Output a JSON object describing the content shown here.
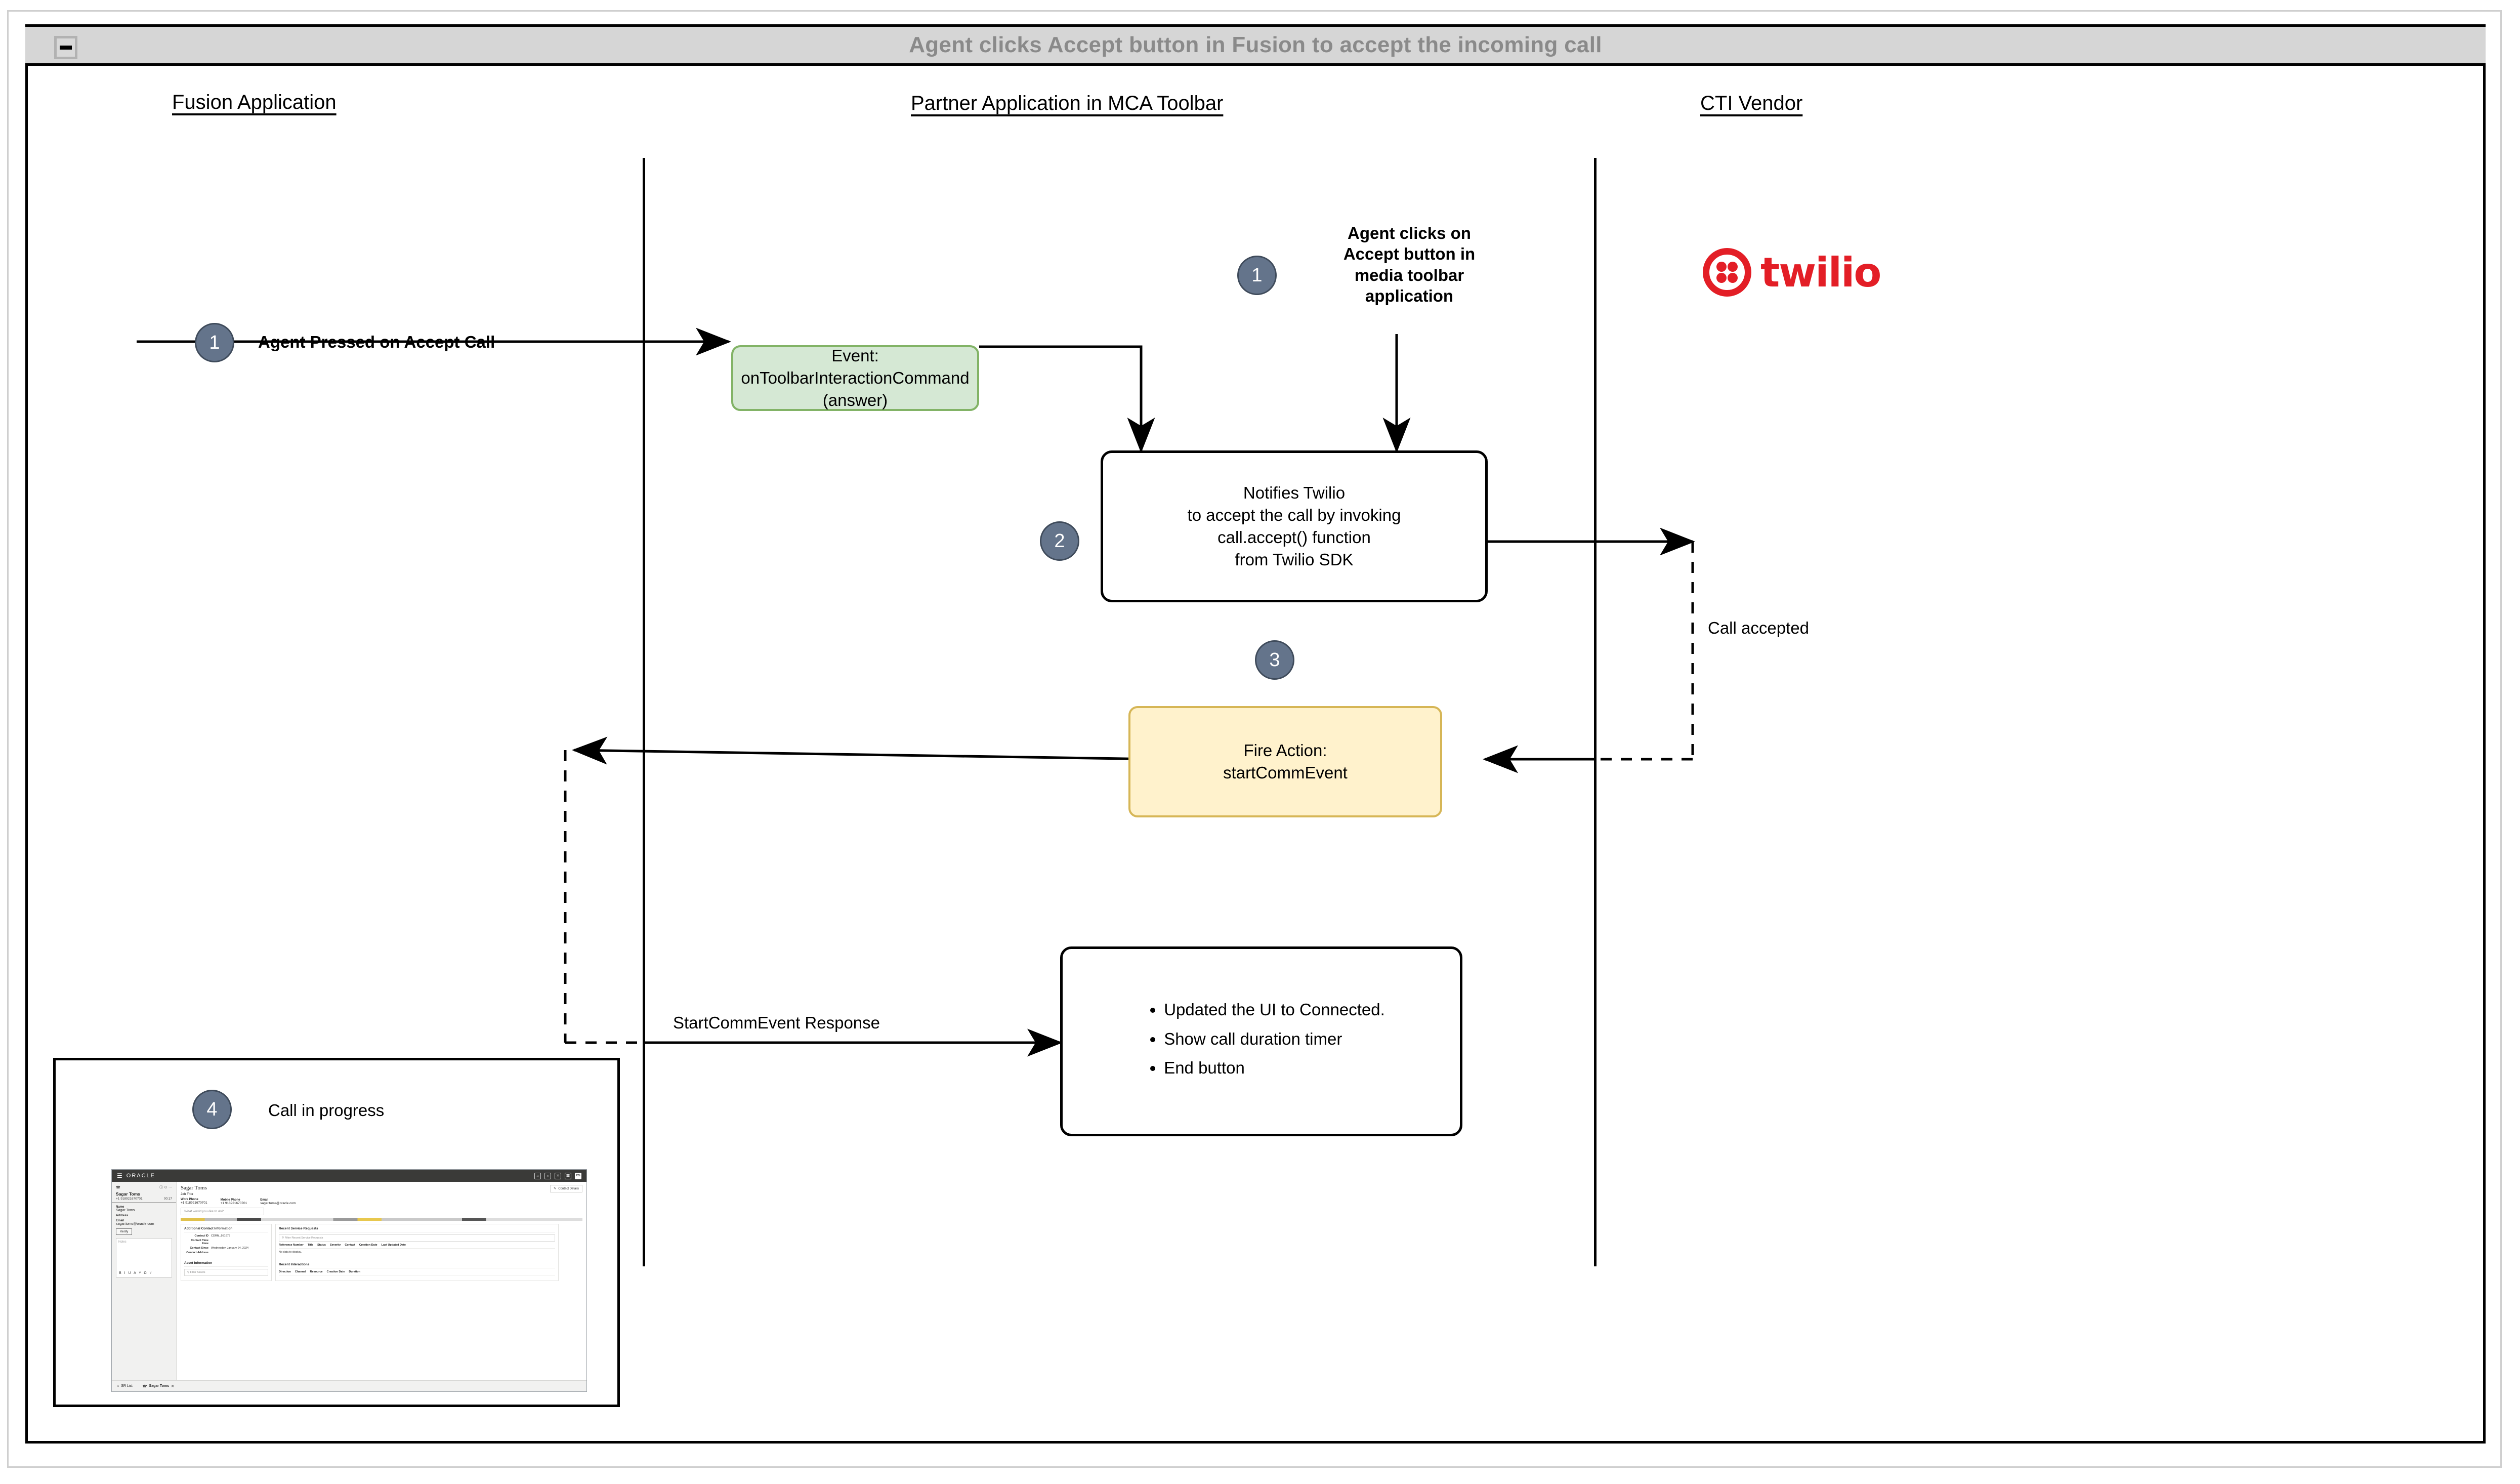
{
  "window": {
    "title": "Agent clicks Accept button in Fusion to accept the incoming call",
    "collapse_icon": "minus-icon"
  },
  "lanes": [
    {
      "id": "fusion",
      "label": "Fusion Application"
    },
    {
      "id": "partner",
      "label": "Partner Application in MCA Toolbar"
    },
    {
      "id": "cti",
      "label": "CTI Vendor"
    }
  ],
  "steps": [
    {
      "num": "1",
      "label": "Agent Pressed on Accept Call"
    },
    {
      "num": "1",
      "label": "Agent clicks on\nAccept button in\nmedia toolbar\napplication"
    },
    {
      "num": "2",
      "label": ""
    },
    {
      "num": "3",
      "label": ""
    },
    {
      "num": "4",
      "label": "Call in progress"
    }
  ],
  "badges": {
    "one_left": "1",
    "one_right": "1",
    "two": "2",
    "three": "3",
    "four": "4"
  },
  "labels": {
    "agent_pressed": "Agent Pressed on Accept Call",
    "agent_clicks_l1": "Agent clicks on",
    "agent_clicks_l2": "Accept button in",
    "agent_clicks_l3": "media toolbar",
    "agent_clicks_l4": "application",
    "call_accepted": "Call accepted",
    "startcommevent_response": "StartCommEvent Response",
    "call_in_progress": "Call in progress"
  },
  "nodes": {
    "event_box": {
      "line1": "Event:",
      "line2": "onToolbarInteractionCommand",
      "line3": "(answer)",
      "fill": "#d5e8d4",
      "stroke": "#82b366"
    },
    "notify_box": {
      "line1": "Notifies Twilio",
      "line2": "to accept the call by invoking",
      "line3": "call.accept() function",
      "line4": "from Twilio SDK",
      "fill": "#ffffff",
      "stroke": "#000000"
    },
    "fire_action_box": {
      "line1": "Fire Action:",
      "line2": "startCommEvent",
      "fill": "#fff2cc",
      "stroke": "#d6b656"
    },
    "response_box": {
      "bullets": [
        "Updated the UI to Connected.",
        "Show call duration timer",
        "End button"
      ],
      "fill": "#ffffff",
      "stroke": "#000000"
    }
  },
  "vendor": {
    "name": "twilio",
    "logo_icon": "twilio-logo-icon",
    "color": "#e31e26"
  },
  "screenshot": {
    "app_brand": "ORACLE",
    "menu_icon": "hamburger-icon",
    "top_icons": [
      "home-icon",
      "bell-icon",
      "transfer-icon",
      "phone-icon"
    ],
    "avatar_initials": "CS",
    "call_panel": {
      "phone_icon": "phone-icon",
      "info_icon": "info-icon",
      "mute_icon": "microphone-icon",
      "more_icon": "ellipsis-icon",
      "contact_name": "Sagar Toms",
      "contact_phone": "+1 918921670701",
      "duration": "00:17",
      "fields": [
        {
          "label": "Name",
          "value": "Sagar Toms"
        },
        {
          "label": "Address",
          "value": ""
        },
        {
          "label": "Email",
          "value": "sagar.toms@oracle.com"
        }
      ],
      "verify_button": "Verify",
      "notes_placeholder": "Notes",
      "editor_tools": "B  I  U  A ˅  Ω ˅"
    },
    "detail_panel": {
      "title": "Sagar Toms",
      "job_title_label": "Job Title",
      "job_title_value": "",
      "work_phone_label": "Work Phone",
      "work_phone_value": "+1 918921670701",
      "mobile_phone_label": "Mobile Phone",
      "mobile_phone_value": "+1 918921670701",
      "email_label": "Email",
      "email_value": "sagar.toms@oracle.com",
      "ask_placeholder": "What would you like to do?",
      "contact_details_button": "Contact Details",
      "contact_details_icon": "edit-contact-icon"
    },
    "additional_contact": {
      "heading": "Additional Contact Information",
      "rows": [
        {
          "key": "Contact ID",
          "value": "CDRM_951675"
        },
        {
          "key": "Contact Time Zone",
          "value": ""
        },
        {
          "key": "Contact Since",
          "value": "Wednesday, January 24, 2024"
        },
        {
          "key": "Contact Address",
          "value": ""
        }
      ]
    },
    "asset_information": {
      "heading": "Asset Information",
      "search_placeholder": "Filter Assets",
      "search_icon": "search-icon"
    },
    "recent_service_requests": {
      "heading": "Recent Service Requests",
      "search_placeholder": "Filter Recent Service Requests",
      "search_icon": "search-icon",
      "columns": [
        "Reference Number",
        "Title",
        "Status",
        "Severity",
        "Contact",
        "Creation Date",
        "Last Updated Date"
      ],
      "empty_text": "No data to display."
    },
    "recent_interactions": {
      "heading": "Recent Interactions",
      "columns": [
        "Direction",
        "Channel",
        "Resource",
        "Creation Date",
        "Duration"
      ]
    },
    "taskbar": {
      "home_label": "SR List",
      "home_icon": "home-icon",
      "tab_label": "Sagar Toms",
      "tab_icon": "phone-icon",
      "close_icon": "close-icon"
    }
  }
}
